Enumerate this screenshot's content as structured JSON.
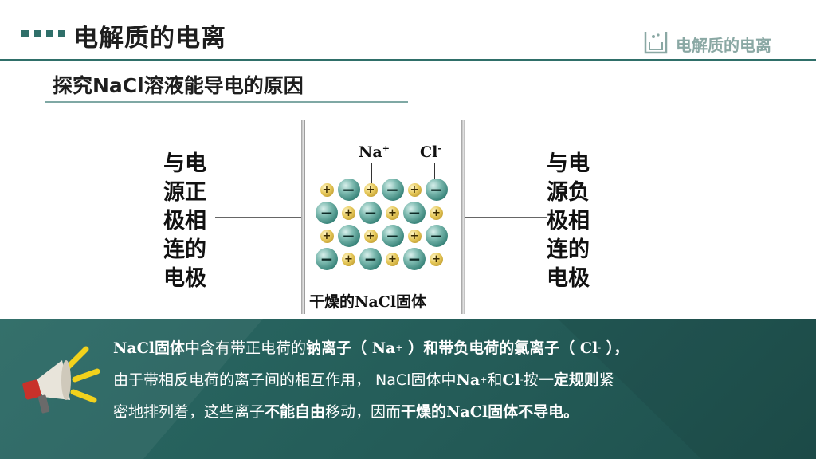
{
  "header": {
    "title": "电解质的电离",
    "right_label": "电解质的电离"
  },
  "subtitle": "探究NaCl溶液能导电的原因",
  "left_electrode_label": [
    "与电",
    "源正",
    "极相",
    "连的",
    "电极"
  ],
  "right_electrode_label": [
    "与电",
    "源负",
    "极相",
    "连的",
    "电极"
  ],
  "ion_labels": {
    "na": "Na",
    "na_charge": "+",
    "cl": "Cl",
    "cl_charge": "-"
  },
  "solid_caption": {
    "prefix": "干燥的",
    "formula": "NaCl",
    "suffix": "固体"
  },
  "ion_symbols": {
    "positive": "+",
    "negative": "−"
  },
  "explanation": {
    "l1_a": "NaCl",
    "l1_b": "固体",
    "l1_c": "中含有带正电荷的",
    "l1_d": "钠离子",
    "l1_e": "（ Na",
    "l1_e_sup": "+",
    "l1_f": " ）和",
    "l1_g": "带负电荷的氯离子",
    "l1_h": "（ Cl",
    "l1_h_sup": "-",
    "l1_i": " ），",
    "l2_a": "由于带相反电荷的离子间的相互作用， NaCl固体中",
    "l2_b": "Na",
    "l2_b_sup": "+",
    "l2_c": "和",
    "l2_d": "Cl",
    "l2_d_sup": "-",
    "l2_e": "按",
    "l2_f": "一定规则",
    "l2_g": "紧",
    "l3_a": "密地排列着，这些离子",
    "l3_b": "不能自由",
    "l3_c": "移动，因而",
    "l3_d": "干燥的",
    "l3_e": "NaCl",
    "l3_f": "固体不导电。"
  },
  "colors": {
    "accent": "#2f6f69",
    "banner": "#245c58",
    "cl_ion": "#3f8c82",
    "na_ion": "#e0c050",
    "megaphone": "#f2d21c"
  }
}
